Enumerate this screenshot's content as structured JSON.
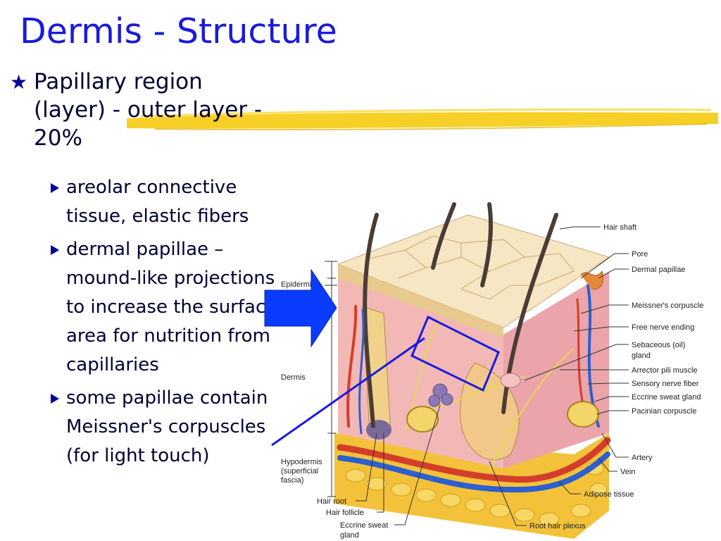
{
  "title": "Dermis - Structure",
  "main_point": {
    "icon": "star-bullet-icon",
    "text": "Papillary region (layer) - outer layer - 20%"
  },
  "sub_points": [
    {
      "icon": "triangle-bullet-icon",
      "text": "areolar connective tissue, elastic fibers"
    },
    {
      "icon": "triangle-bullet-icon",
      "text": "dermal papillae – mound-like projections to increase the surface area for nutrition from capillaries"
    },
    {
      "icon": "triangle-bullet-icon",
      "text": "some papillae contain Meissner's corpuscles (for light touch)"
    }
  ],
  "figure": {
    "left_labels": {
      "epidermis": "Epidermis",
      "dermis": "Dermis",
      "hypodermis_1": "Hypodermis",
      "hypodermis_2": "(superficial",
      "hypodermis_3": "fascia)",
      "hair_root": "Hair root",
      "hair_follicle": "Hair follicle",
      "eccrine_sweat_gland_1": "Eccrine sweat",
      "eccrine_sweat_gland_2": "gland"
    },
    "right_labels": {
      "hair_shaft": "Hair shaft",
      "pore": "Pore",
      "dermal_papillae": "Dermal papillae",
      "meissners_corpuscle": "Meissner's corpuscle",
      "free_nerve_ending": "Free nerve ending",
      "sebaceous_gland_1": "Sebaceous (oil)",
      "sebaceous_gland_2": "gland",
      "arrector_pili_muscle": "Arrector pili muscle",
      "sensory_nerve_fiber": "Sensory nerve fiber",
      "eccrine_sweat_gland": "Eccrine sweat gland",
      "pacinian_corpuscle": "Pacinian corpuscle",
      "artery": "Artery",
      "vein": "Vein",
      "adipose_tissue": "Adipose tissue",
      "root_hair_plexus": "Root hair plexus"
    }
  },
  "colors": {
    "title": "#1a1adb",
    "text": "#000033",
    "bullet": "#000099",
    "highlight": "#f2c300",
    "arrow_fill": "#0a3cff",
    "callout": "#1a1ae0"
  }
}
